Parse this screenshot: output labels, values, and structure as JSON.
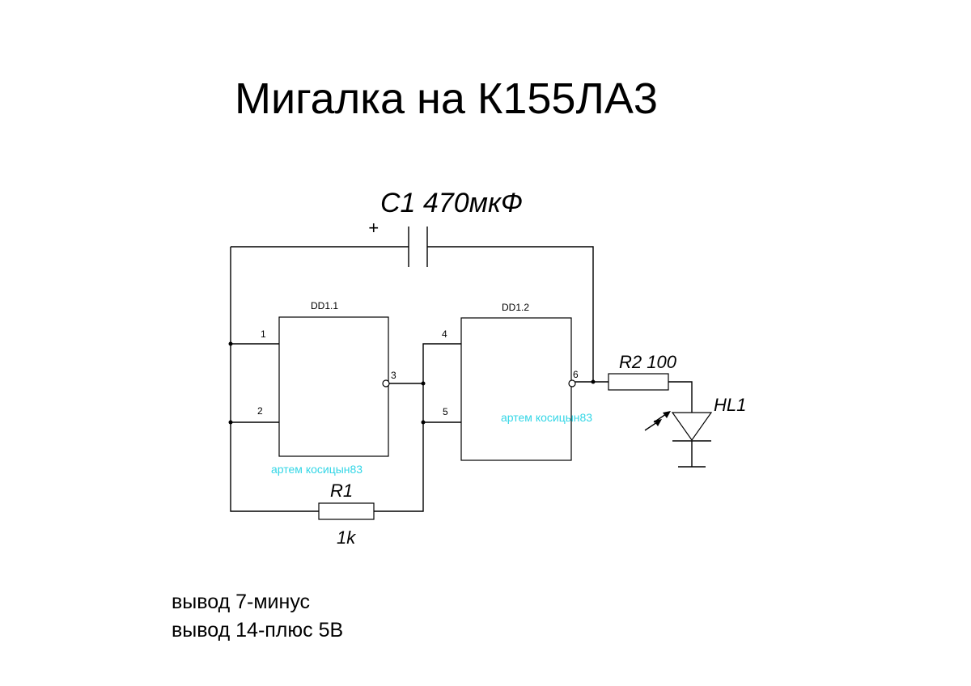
{
  "title": "Мигалка на К155ЛА3",
  "components": {
    "c1": "C1 470мкФ",
    "c1_polarity": "+",
    "r1_name": "R1",
    "r1_value": "1k",
    "r2": "R2 100",
    "hl1": "HL1",
    "dd11": "DD1.1",
    "dd12": "DD1.2"
  },
  "pins": {
    "p1": "1",
    "p2": "2",
    "p3": "3",
    "p4": "4",
    "p5": "5",
    "p6": "6"
  },
  "watermarks": {
    "w1": "артем косицын83",
    "w2": "артем косицын83"
  },
  "notes": {
    "line1": "вывод 7-минус",
    "line2": "вывод 14-плюс 5В"
  },
  "colors": {
    "watermark": "#33d6e6",
    "ink": "#000000"
  }
}
